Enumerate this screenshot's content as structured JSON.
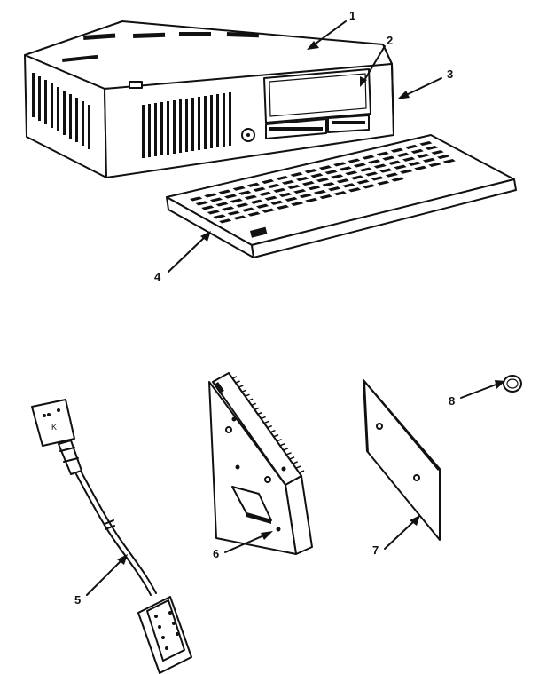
{
  "callouts": [
    {
      "id": "1",
      "label": "1"
    },
    {
      "id": "2",
      "label": "2"
    },
    {
      "id": "3",
      "label": "3"
    },
    {
      "id": "4",
      "label": "4"
    },
    {
      "id": "5",
      "label": "5"
    },
    {
      "id": "6",
      "label": "6"
    },
    {
      "id": "7",
      "label": "7"
    },
    {
      "id": "8",
      "label": "8"
    }
  ],
  "cable_connector_mark": "K"
}
